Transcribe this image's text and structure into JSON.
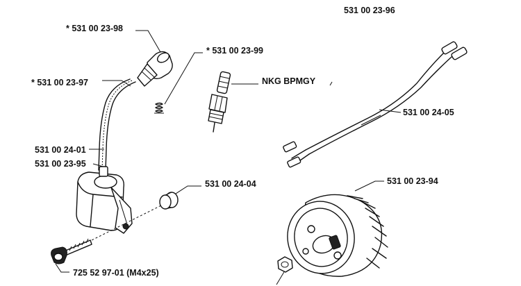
{
  "parts": [
    {
      "id": "kit",
      "label": "531 00 23-96"
    },
    {
      "id": "cap",
      "label": "* 531 00 23-98"
    },
    {
      "id": "spring",
      "label": "* 531 00 23-99"
    },
    {
      "id": "wire",
      "label": "* 531 00 23-97"
    },
    {
      "id": "plug",
      "label": "NKG BPMGY"
    },
    {
      "id": "switch-wire",
      "label": "531 00 24-05"
    },
    {
      "id": "module-a",
      "label": "531 00 24-01"
    },
    {
      "id": "module-b",
      "label": "531 00 23-95"
    },
    {
      "id": "spacer",
      "label": "531 00 24-04"
    },
    {
      "id": "flywheel",
      "label": "531 00 23-94"
    },
    {
      "id": "screw",
      "label": "725 52 97-01 (M4x25)"
    }
  ]
}
